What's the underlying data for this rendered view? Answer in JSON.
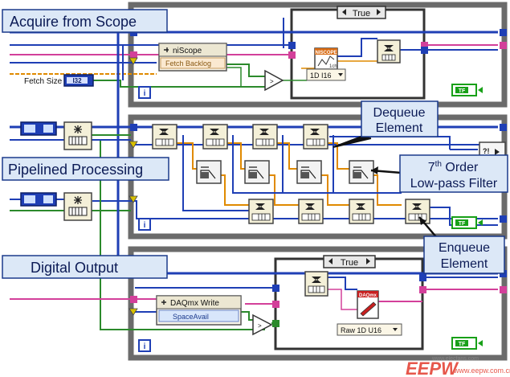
{
  "callouts": {
    "acquire": "Acquire from Scope",
    "pipelined": "Pipelined Processing",
    "digital": "Digital Output",
    "dequeue_1": "Dequeue",
    "dequeue_2": "Element",
    "filter_1_num": "7",
    "filter_1_sup": "th",
    "filter_1_rest": " Order",
    "filter_2": "Low-pass Filter",
    "enqueue_1": "Enqueue",
    "enqueue_2": "Element"
  },
  "case_structures": {
    "top_selector": "True",
    "bottom_selector": "True"
  },
  "scope": {
    "node_title": "niScope",
    "node_property": "Fetch Backlog",
    "fetch_size_label": "Fetch Size",
    "fetch_size_type": "I32",
    "niscope_vi_text": "NISCOPE",
    "niscope_vi_sub": "1ch",
    "fetch_type": "1D I16"
  },
  "daqmx": {
    "node_title": "DAQmx Write",
    "node_property": "SpaceAvail",
    "vi_text": "DAQmx",
    "write_type": "Raw 1D U16"
  },
  "loops": {
    "iteration_terminal": "i",
    "stop_terminal": "TF",
    "qmark_terminal": "?!"
  },
  "watermark": {
    "text": "EEPW",
    "site": "www.eepw.com.cn",
    "sub": "www.elecfans.com"
  },
  "colors": {
    "loop_border": "#6b6b6b",
    "wire_blue": "#1f3fb5",
    "wire_orange": "#e08a00",
    "wire_green": "#2c8a2c",
    "wire_pink": "#d3409a",
    "callout_bg": "#dce8f7",
    "callout_border": "#1b3a8c",
    "stop_green": "#18a018"
  }
}
